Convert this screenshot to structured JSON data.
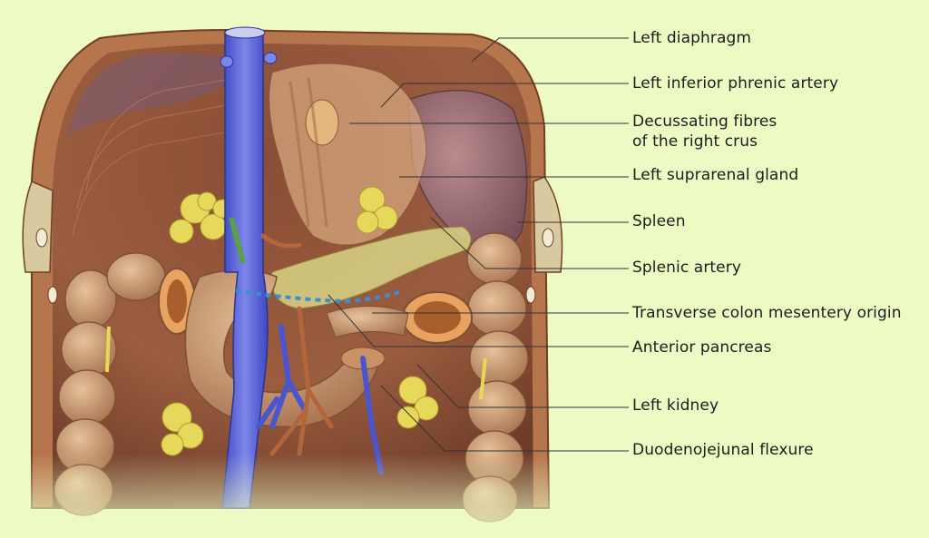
{
  "labels": {
    "left_diaphragm": "Left diaphragm",
    "left_inferior_phrenic_artery": "Left inferior phrenic artery",
    "decussating_fibres_line1": "Decussating fibres",
    "decussating_fibres_line2": "of the right crus",
    "left_suprarenal_gland": "Left suprarenal gland",
    "spleen": "Spleen",
    "splenic_artery": "Splenic artery",
    "transverse_colon_mesentery_origin": "Transverse colon mesentery origin",
    "anterior_pancreas": "Anterior pancreas",
    "left_kidney": "Left kidney",
    "duodenojejunal_flexure": "Duodenojejunal flexure"
  },
  "colors": {
    "background": "#eefac4",
    "muscle": "#a5643f",
    "bowel": "#c8956a",
    "vein": "#5a64d6",
    "fat": "#e6d85a",
    "spleen": "#9a6a72",
    "leader_line": "#333333"
  }
}
